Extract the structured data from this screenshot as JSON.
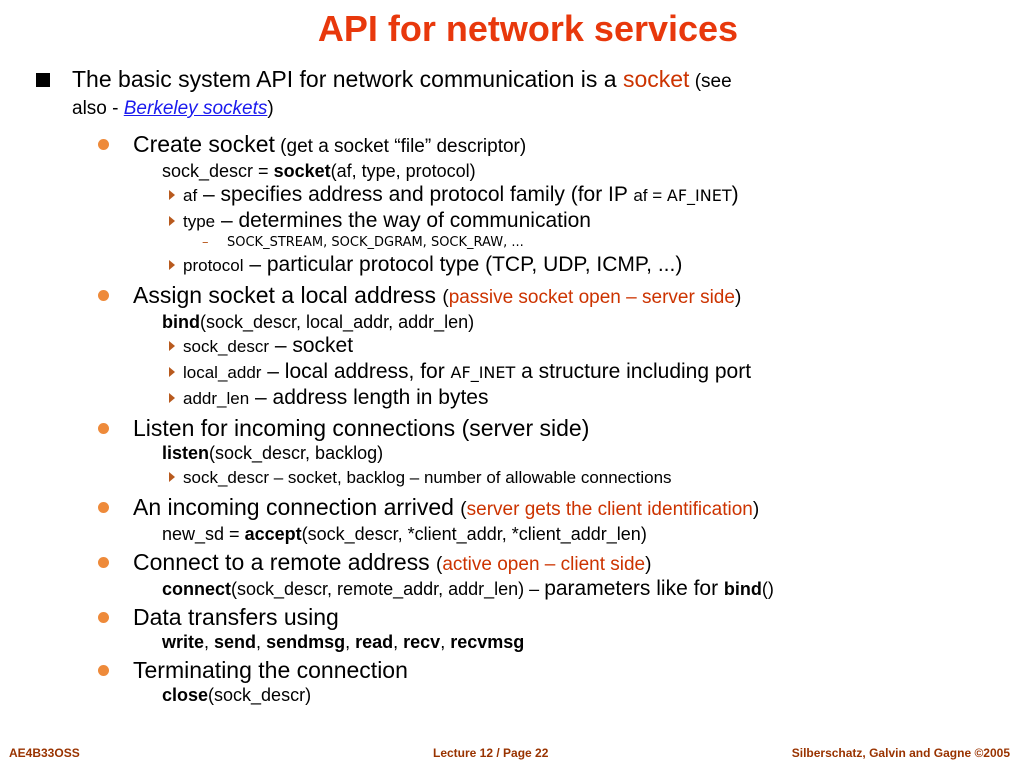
{
  "title": "API for network services",
  "intro": {
    "text_before": "The basic system API for network communication is a ",
    "highlight": "socket",
    "paren_open": " (see",
    "line2_prefix": "also - ",
    "link": "Berkeley sockets",
    "paren_close": ")"
  },
  "create": {
    "heading": "Create socket",
    "heading_note": " (get a socket “file” descriptor)",
    "code_prefix": "sock_descr = ",
    "code_func": "socket",
    "code_args": "(af, type, protocol)",
    "af_name": "af",
    "af_desc": " – specifies address and protocol family (for IP ",
    "af_code": "af = ",
    "af_inet": "AF_INET",
    "af_close": ")",
    "type_name": "type",
    "type_desc": " – determines the way of communication",
    "type_values": "SOCK_STREAM, SOCK_DGRAM, SOCK_RAW, ...",
    "protocol_name": "protocol",
    "protocol_desc": " – particular protocol type (TCP, UDP, ICMP, ...)"
  },
  "assign": {
    "heading": "Assign socket a local address ",
    "paren_open": "(",
    "note": "passive socket open – server side",
    "paren_close": ")",
    "code_func": "bind",
    "code_args": "(sock_descr, local_addr, addr_len)",
    "p1_name": "sock_descr",
    "p1_desc": " – socket",
    "p2_name": "local_addr",
    "p2_desc": " – local address, for ",
    "p2_inet": "AF_INET",
    "p2_rest": " a structure including port",
    "p3_name": "addr_len",
    "p3_desc": " – address length in bytes"
  },
  "listen": {
    "heading": "Listen for incoming connections (server side)",
    "code_func": "listen",
    "code_args": "(sock_descr, backlog)",
    "p1_text": "sock_descr – socket, backlog – number of allowable connections"
  },
  "incoming": {
    "heading": "An incoming connection arrived ",
    "paren_open": "(",
    "note": "server gets the client identification",
    "paren_close": ")",
    "code_prefix": "new_sd = ",
    "code_func": "accept",
    "code_args": "(sock_descr, *client_addr, *client_addr_len)"
  },
  "connect": {
    "heading": "Connect to a remote address ",
    "paren_open": "(",
    "note": "active open – client side",
    "paren_close": ")",
    "code_func": "connect",
    "code_args": "(sock_descr, remote_addr, addr_len) – ",
    "code_note": "parameters like for ",
    "code_ref": "bind",
    "code_ref_args": "()"
  },
  "transfer": {
    "heading": "Data transfers using",
    "funcs": [
      "write",
      "send",
      "sendmsg",
      "read",
      "recv",
      "recvmsg"
    ],
    "separator": ", "
  },
  "terminate": {
    "heading": "Terminating the connection",
    "code_func": "close",
    "code_args": "(sock_descr)"
  },
  "footer": {
    "left": "AE4B33OSS",
    "center": "Lecture 12 / Page 22",
    "right": "Silberschatz, Galvin and Gagne ©2005"
  },
  "colors": {
    "title": "#e8380c",
    "highlight": "#cc3300",
    "link": "#1a1aee",
    "bullet_dot": "#ee8a3a",
    "footer": "#993300"
  }
}
